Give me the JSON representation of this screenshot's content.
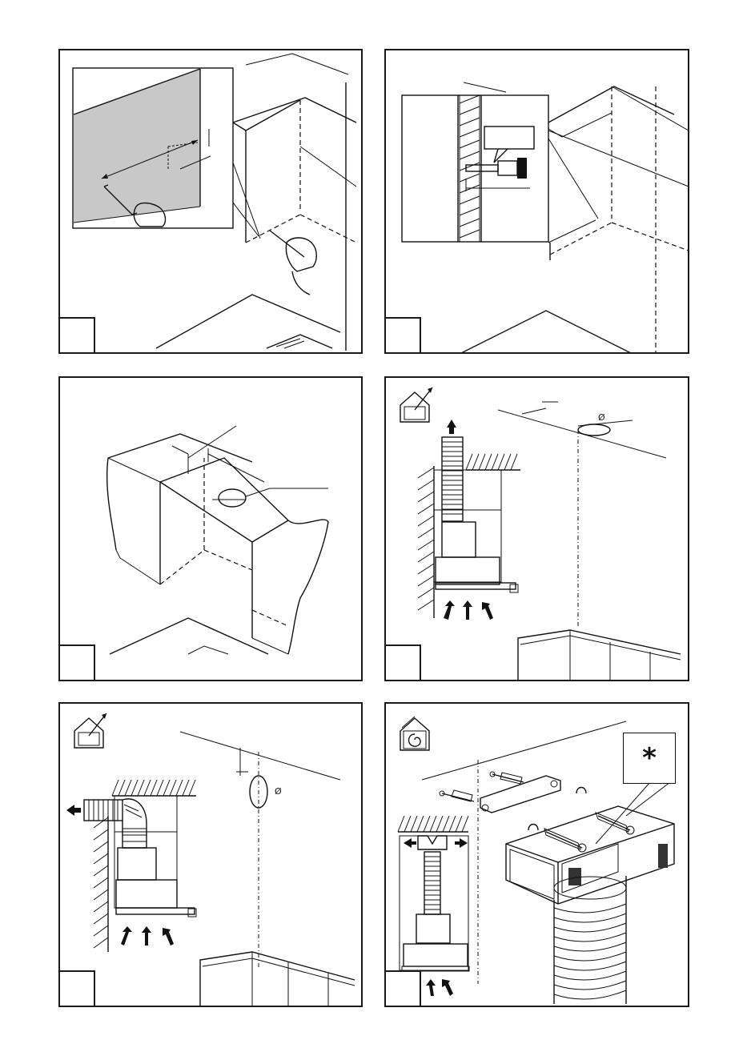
{
  "panels": [
    {
      "id": "p1",
      "label": ""
    },
    {
      "id": "p2",
      "label": ""
    },
    {
      "id": "p3",
      "label": ""
    },
    {
      "id": "p4",
      "label": "",
      "diameter_symbol": "Ø"
    },
    {
      "id": "p5",
      "label": "",
      "diameter_symbol": "Ø"
    },
    {
      "id": "p6",
      "label": "",
      "callout_symbol": "*"
    }
  ],
  "icons": {
    "p4": "ducted-exhaust-house-icon",
    "p5": "ducted-exhaust-house-icon",
    "p6": "recirculation-house-icon"
  }
}
